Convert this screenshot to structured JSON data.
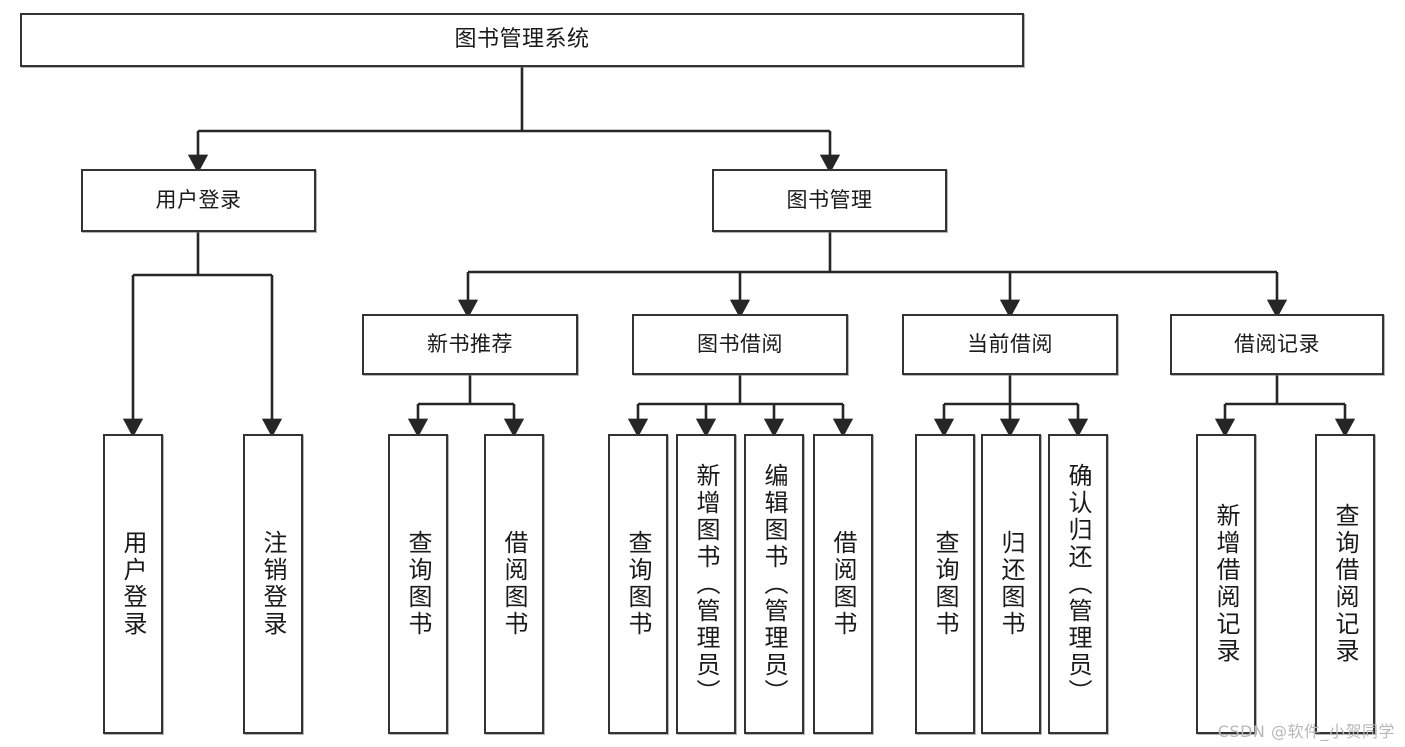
{
  "diagram": {
    "title": "图书管理系统",
    "type": "tree-hierarchy-chart",
    "watermark": "CSDN @软件_小贺同学",
    "colors": {
      "box_border": "#333333",
      "box_fill": "#ffffff",
      "connector": "#262626",
      "text": "#1a1a1a",
      "watermark": "#b8b8b8"
    },
    "levels": {
      "root": {
        "label": "图书管理系统"
      },
      "level2": [
        {
          "id": "user-login",
          "label": "用户登录"
        },
        {
          "id": "book-management",
          "label": "图书管理"
        }
      ],
      "level3": [
        {
          "id": "new-book-recommend",
          "label": "新书推荐"
        },
        {
          "id": "book-borrow",
          "label": "图书借阅"
        },
        {
          "id": "current-borrow",
          "label": "当前借阅"
        },
        {
          "id": "borrow-record",
          "label": "借阅记录"
        }
      ],
      "leaves": {
        "user_login": [
          {
            "id": "leaf-user-login",
            "label": "用户登录"
          },
          {
            "id": "leaf-logout-login",
            "label": "注销登录"
          }
        ],
        "new_book_recommend": [
          {
            "id": "leaf-query-book-1",
            "label": "查询图书"
          },
          {
            "id": "leaf-borrow-book-1",
            "label": "借阅图书"
          }
        ],
        "book_borrow": [
          {
            "id": "leaf-query-book-2",
            "label": "查询图书"
          },
          {
            "id": "leaf-add-book",
            "label": "新增图书（管理员）"
          },
          {
            "id": "leaf-edit-book",
            "label": "编辑图书（管理员）"
          },
          {
            "id": "leaf-borrow-book-2",
            "label": "借阅图书"
          }
        ],
        "current_borrow": [
          {
            "id": "leaf-query-book-3",
            "label": "查询图书"
          },
          {
            "id": "leaf-return-book",
            "label": "归还图书"
          },
          {
            "id": "leaf-confirm-return",
            "label": "确认归还（管理员）"
          }
        ],
        "borrow_record": [
          {
            "id": "leaf-add-borrow-record",
            "label": "新增借阅记录"
          },
          {
            "id": "leaf-query-borrow-record",
            "label": "查询借阅记录"
          }
        ]
      }
    }
  },
  "chart_data": {
    "type": "tree",
    "title": "图书管理系统",
    "nodes": [
      {
        "id": "root",
        "label": "图书管理系统",
        "level": 0,
        "parent": null
      },
      {
        "id": "user-login",
        "label": "用户登录",
        "level": 1,
        "parent": "root"
      },
      {
        "id": "book-management",
        "label": "图书管理",
        "level": 1,
        "parent": "root"
      },
      {
        "id": "leaf-user-login",
        "label": "用户登录",
        "level": 2,
        "parent": "user-login"
      },
      {
        "id": "leaf-logout-login",
        "label": "注销登录",
        "level": 2,
        "parent": "user-login"
      },
      {
        "id": "new-book-recommend",
        "label": "新书推荐",
        "level": 2,
        "parent": "book-management"
      },
      {
        "id": "book-borrow",
        "label": "图书借阅",
        "level": 2,
        "parent": "book-management"
      },
      {
        "id": "current-borrow",
        "label": "当前借阅",
        "level": 2,
        "parent": "book-management"
      },
      {
        "id": "borrow-record",
        "label": "借阅记录",
        "level": 2,
        "parent": "book-management"
      },
      {
        "id": "leaf-query-book-1",
        "label": "查询图书",
        "level": 3,
        "parent": "new-book-recommend"
      },
      {
        "id": "leaf-borrow-book-1",
        "label": "借阅图书",
        "level": 3,
        "parent": "new-book-recommend"
      },
      {
        "id": "leaf-query-book-2",
        "label": "查询图书",
        "level": 3,
        "parent": "book-borrow"
      },
      {
        "id": "leaf-add-book",
        "label": "新增图书（管理员）",
        "level": 3,
        "parent": "book-borrow"
      },
      {
        "id": "leaf-edit-book",
        "label": "编辑图书（管理员）",
        "level": 3,
        "parent": "book-borrow"
      },
      {
        "id": "leaf-borrow-book-2",
        "label": "借阅图书",
        "level": 3,
        "parent": "book-borrow"
      },
      {
        "id": "leaf-query-book-3",
        "label": "查询图书",
        "level": 3,
        "parent": "current-borrow"
      },
      {
        "id": "leaf-return-book",
        "label": "归还图书",
        "level": 3,
        "parent": "current-borrow"
      },
      {
        "id": "leaf-confirm-return",
        "label": "确认归还（管理员）",
        "level": 3,
        "parent": "current-borrow"
      },
      {
        "id": "leaf-add-borrow-record",
        "label": "新增借阅记录",
        "level": 3,
        "parent": "borrow-record"
      },
      {
        "id": "leaf-query-borrow-record",
        "label": "查询借阅记录",
        "level": 3,
        "parent": "borrow-record"
      }
    ]
  }
}
